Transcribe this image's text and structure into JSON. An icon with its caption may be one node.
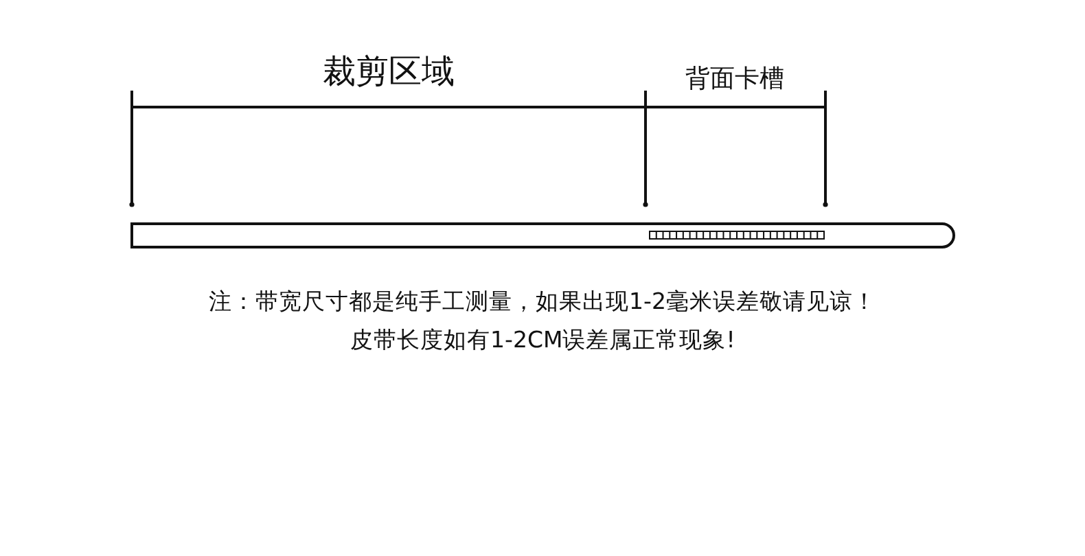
{
  "diagram": {
    "labels": [
      "裁剪区域",
      "背面卡槽",
      "注：带宽尺寸都是纯手工测量，如果出现1-2毫米误差敬请见谅！",
      "皮带长度如有1-2CM误差属正常现象!"
    ]
  }
}
